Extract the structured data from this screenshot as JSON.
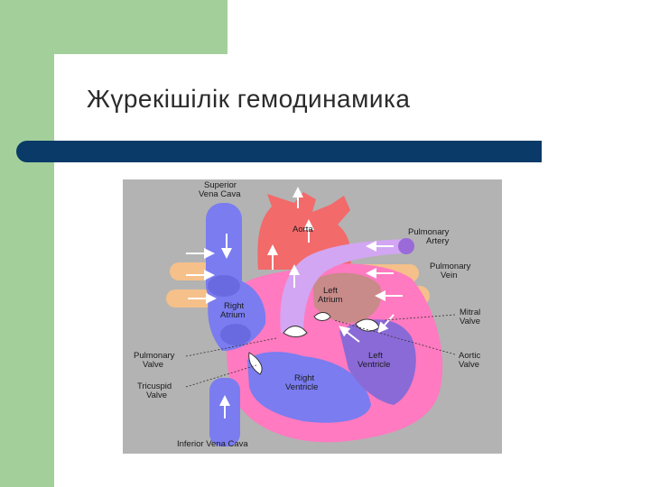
{
  "slide": {
    "title": "Жүрекішілік гемодинамика",
    "colors": {
      "accent_green": "#a3cf9b",
      "bar_navy": "#0a3a67"
    }
  },
  "diagram": {
    "labels": {
      "superior_vena_cava_1": "Superior",
      "superior_vena_cava_2": "Vena Cava",
      "aorta": "Aorta",
      "pulmonary_artery_1": "Pulmonary",
      "pulmonary_artery_2": "Artery",
      "pulmonary_vein_1": "Pulmonary",
      "pulmonary_vein_2": "Vein",
      "left_atrium_1": "Left",
      "left_atrium_2": "Atrium",
      "right_atrium_1": "Right",
      "right_atrium_2": "Atrium",
      "mitral_valve_1": "Mitral",
      "mitral_valve_2": "Valve",
      "pulmonary_valve_1": "Pulmonary",
      "pulmonary_valve_2": "Valve",
      "aortic_valve_1": "Aortic",
      "aortic_valve_2": "Valve",
      "left_ventricle_1": "Left",
      "left_ventricle_2": "Ventricle",
      "tricuspid_valve_1": "Tricuspid",
      "tricuspid_valve_2": "Valve",
      "right_ventricle_1": "Right",
      "right_ventricle_2": "Ventricle",
      "inferior_vena_cava": "Inferior Vena Cava"
    },
    "colors": {
      "background": "#b3b3b3",
      "oxygenated": "#f26a6a",
      "deoxygenated": "#7a7cf0",
      "pulmonary_artery": "#d2a6f2",
      "pulmonary_vein": "#f5c08a",
      "myocardium": "#ff7ac0",
      "left_atrium": "#c98a8a",
      "left_ventricle": "#8a6ad6"
    }
  }
}
